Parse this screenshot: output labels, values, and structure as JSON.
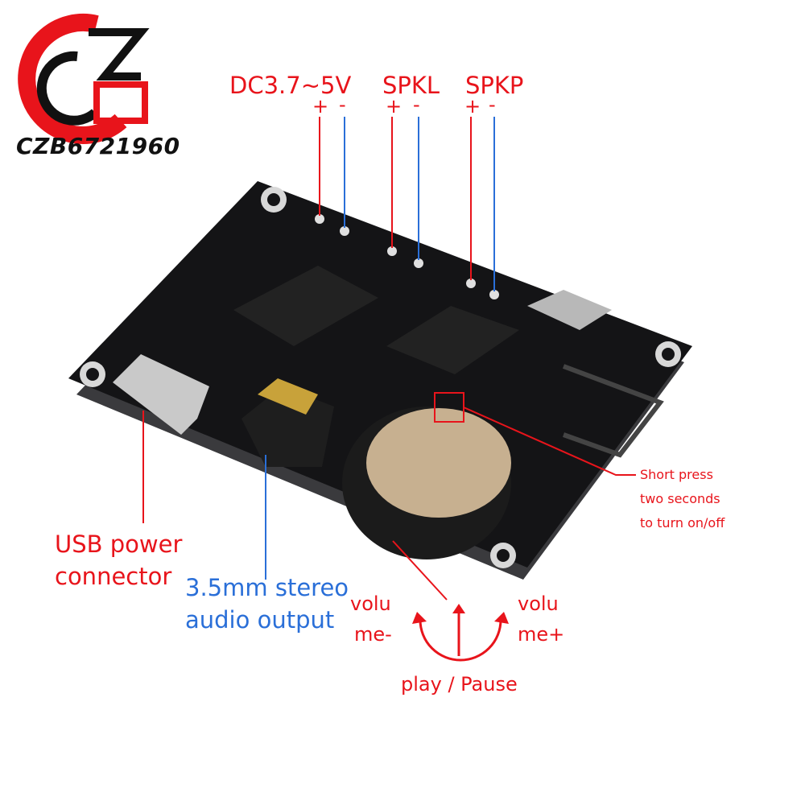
{
  "logo": {
    "text": "CZB6721960"
  },
  "labels": {
    "power": "DC3.7~5V",
    "spkl": "SPKL",
    "spkp": "SPKP",
    "plus": "+",
    "minus": "-",
    "usb_line1": "USB power",
    "usb_line2": "connector",
    "audio_line1": "3.5mm stereo",
    "audio_line2": "audio output",
    "short_line1": "Short press",
    "short_line2": "two seconds",
    "short_line3": "to turn on/off",
    "vol_minus_line1": "volu",
    "vol_minus_line2": "me-",
    "vol_plus_line1": "volu",
    "vol_plus_line2": "me+",
    "play_pause": "play / Pause"
  },
  "colors": {
    "red": "#e8141b",
    "blue": "#2a6fd8",
    "board": "#141416"
  }
}
